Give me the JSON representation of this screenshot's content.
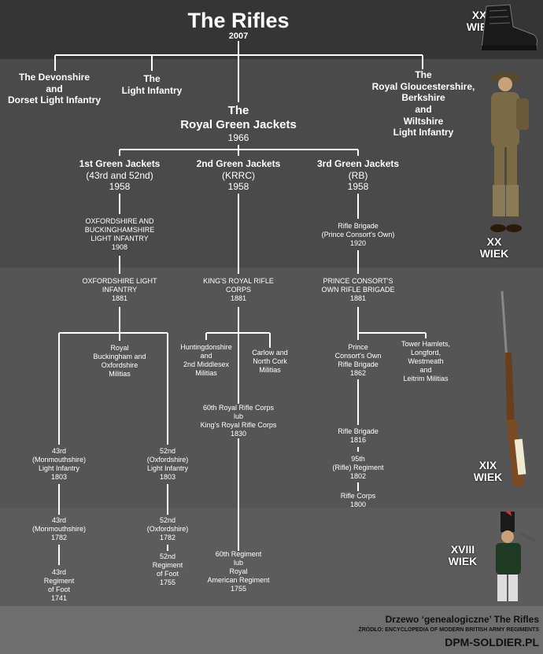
{
  "title": "The Rifles",
  "title_year": "2007",
  "era_labels": {
    "xxi": [
      "XXI",
      "WIEK"
    ],
    "xx": [
      "XX",
      "WIEK"
    ],
    "xix": [
      "XIX",
      "WIEK"
    ],
    "xviii": [
      "XVIII",
      "WIEK"
    ]
  },
  "top_units": {
    "devonshire": [
      "The Devonshire",
      "and",
      "Dorset Light Infantry"
    ],
    "light_infantry": [
      "The",
      "Light Infantry"
    ],
    "gloucestershire": [
      "The",
      "Royal Gloucestershire,",
      "Berkshire",
      "and",
      "Wiltshire",
      "Light Infantry"
    ]
  },
  "rgj": {
    "lines": [
      "The",
      "Royal Green Jackets"
    ],
    "year": "1966"
  },
  "green_jackets": [
    {
      "lines": [
        "1st Green Jackets",
        "(43rd and 52nd)"
      ],
      "year": "1958"
    },
    {
      "lines": [
        "2nd Green Jackets",
        "(KRRC)"
      ],
      "year": "1958"
    },
    {
      "lines": [
        "3rd Green Jackets",
        "(RB)"
      ],
      "year": "1958"
    }
  ],
  "oxbucks": {
    "lines": [
      "OXFORDSHIRE AND",
      "BUCKINGHAMSHIRE",
      "LIGHT INFANTRY"
    ],
    "year": "1908"
  },
  "rifle_brigade_pco": {
    "lines": [
      "Rifle Brigade",
      "(Prince Consort's Own)"
    ],
    "year": "1920"
  },
  "ox_li": {
    "lines": [
      "OXFORDSHIRE LIGHT",
      "INFANTRY"
    ],
    "year": "1881"
  },
  "krrc": {
    "lines": [
      "KING'S ROYAL RIFLE",
      "CORPS"
    ],
    "year": "1881"
  },
  "pco_rb": {
    "lines": [
      "PRINCE CONSORT'S",
      "OWN RIFLE BRIGADE"
    ],
    "year": "1881"
  },
  "royal_bucks": [
    "Royal",
    "Buckingham and",
    "Oxfordshire",
    "Militias"
  ],
  "huntingdon": [
    "Huntingdonshire",
    "and",
    "2nd Middlesex",
    "Militias"
  ],
  "carlow": [
    "Carlow and",
    "North Cork",
    "Militias"
  ],
  "pco_rb_1862": {
    "lines": [
      "Prince",
      "Consort's Own",
      "Rifle Brigade"
    ],
    "year": "1862"
  },
  "tower_hamlets": [
    "Tower Hamlets,",
    "Longford,",
    "Westmeath",
    "and",
    "Leitrim Militias"
  ],
  "rifle_corps_60": {
    "lines": [
      "60th Royal Rifle Corps",
      "lub",
      "King's Royal Rifle Corps"
    ],
    "year": "1830"
  },
  "rifle_brigade_1816": {
    "lines": [
      "Rifle Brigade"
    ],
    "year": "1816"
  },
  "rifle_95": {
    "lines": [
      "95th",
      "(Rifle) Regiment"
    ],
    "year": "1802"
  },
  "rifle_corps": {
    "lines": [
      "Rifle Corps"
    ],
    "year": "1800"
  },
  "li_43_1803": {
    "lines": [
      "43rd",
      "(Monmouthshire)",
      "Light Infantry"
    ],
    "year": "1803"
  },
  "li_52_1803": {
    "lines": [
      "52nd",
      "(Oxfordshire)",
      "Light Infantry"
    ],
    "year": "1803"
  },
  "r43_1782": {
    "lines": [
      "43rd",
      "(Monmouthshire)"
    ],
    "year": "1782"
  },
  "r52_1782": {
    "lines": [
      "52nd",
      "(Oxfordshire)"
    ],
    "year": "1782"
  },
  "r43_1741": {
    "lines": [
      "43rd",
      "Regiment",
      "of Foot"
    ],
    "year": "1741"
  },
  "r52_1755": {
    "lines": [
      "52nd",
      "Regiment",
      "of Foot"
    ],
    "year": "1755"
  },
  "r60_1755": {
    "lines": [
      "60th Regiment",
      "lub",
      "Royal",
      "American Regiment"
    ],
    "year": "1755"
  },
  "footer": {
    "title": "Drzewo ‘genealogiczne’ The Rifles",
    "source": "ŹRÓDŁO: ENCYCLOPEDIA OF MODERN BRITISH ARMY REGIMENTS",
    "site": "DPM-SOLDIER.PL"
  }
}
